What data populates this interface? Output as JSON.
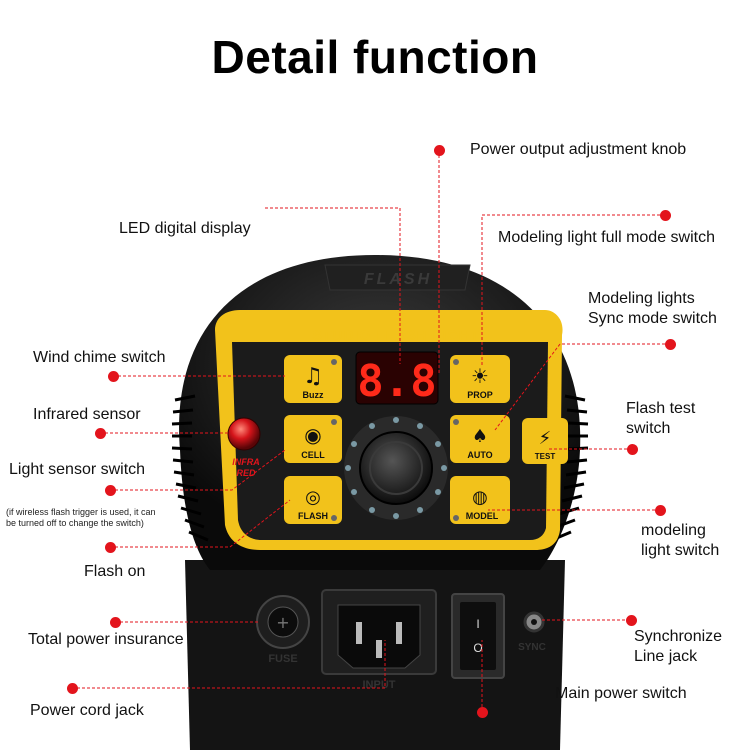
{
  "title": "Detail function",
  "labels": {
    "power_knob": "Power output adjustment knob",
    "led_display": "LED digital display",
    "modeling_full": "Modeling light full mode switch",
    "modeling_sync_1": "Modeling lights",
    "modeling_sync_2": "Sync mode switch",
    "wind_chime": "Wind chime switch",
    "infrared": "Infrared sensor",
    "flash_test_1": "Flash test",
    "flash_test_2": "switch",
    "light_sensor": "Light sensor switch",
    "light_sensor_note_1": "(if wireless flash trigger is used, it can",
    "light_sensor_note_2": "be turned off to change the switch)",
    "modeling_switch_1": "modeling",
    "modeling_switch_2": "light switch",
    "flash_on": "Flash on",
    "total_power": "Total power insurance",
    "sync_jack_1": "Synchronize",
    "sync_jack_2": "Line jack",
    "main_power": "Main power switch",
    "power_cord": "Power cord jack"
  },
  "device": {
    "brand_plate": "FLASH",
    "panel_title": "STUDIO FLASH LIGHT",
    "display_value": "8.8",
    "buttons": {
      "buzz": "Buzz",
      "prop": "PROP",
      "cell": "CELL",
      "auto": "AUTO",
      "flash": "FLASH",
      "model": "MODEL",
      "test": "TEST"
    },
    "infra_1": "INFRA",
    "infra_2": "RED",
    "fuse": "FUSE",
    "input": "INPUT",
    "sync": "SYNC",
    "switch_on": "I",
    "switch_off": "O"
  },
  "colors": {
    "accent_red": "#e3141c",
    "panel_yellow": "#f2c21b",
    "body_black": "#111111",
    "display_red": "#ff2a1a"
  }
}
